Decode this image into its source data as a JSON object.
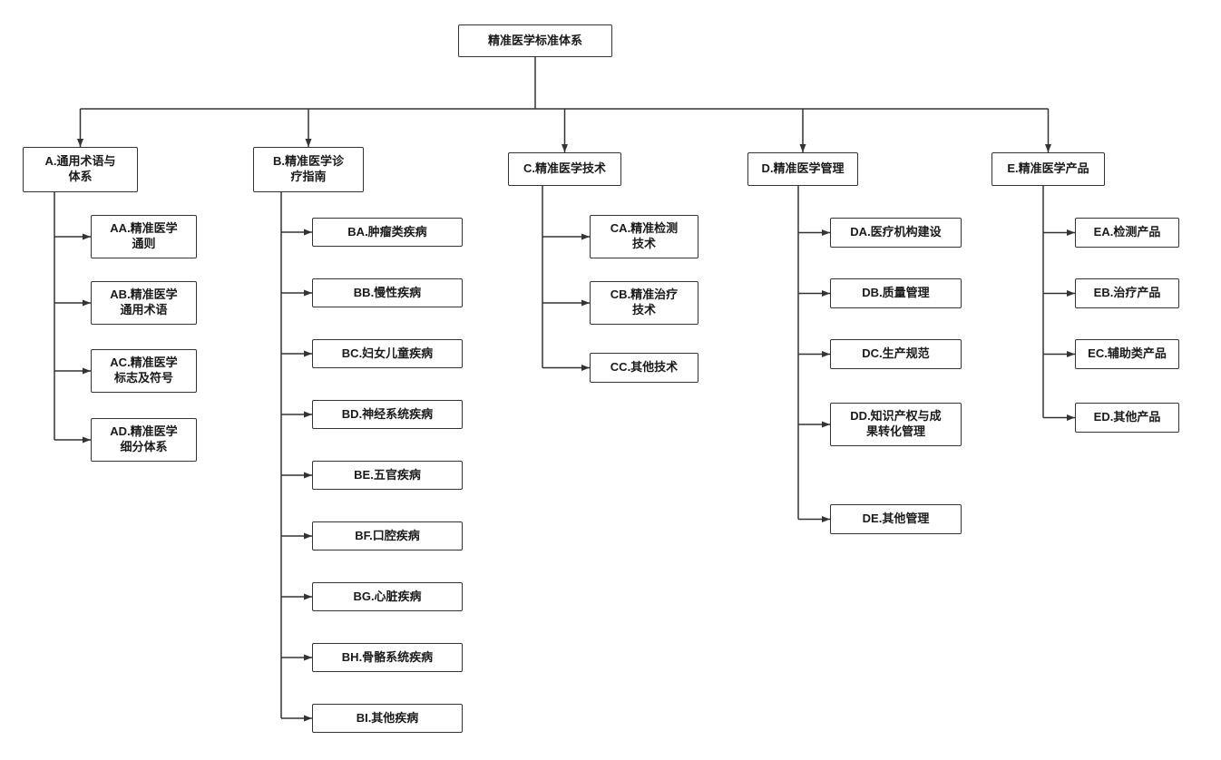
{
  "diagram": {
    "title": "精准医学标准体系",
    "colors": {
      "line": "#333333",
      "box_bg": "#ffffff",
      "text": "#1a1a1a"
    },
    "root": {
      "label": "精准医学标准体系"
    },
    "branches": [
      {
        "label": "A.通用术语与\n体系",
        "children": [
          {
            "label": "AA.精准医学\n通则"
          },
          {
            "label": "AB.精准医学\n通用术语"
          },
          {
            "label": "AC.精准医学\n标志及符号"
          },
          {
            "label": "AD.精准医学\n细分体系"
          }
        ]
      },
      {
        "label": "B.精准医学诊\n疗指南",
        "children": [
          {
            "label": "BA.肿瘤类疾病"
          },
          {
            "label": "BB.慢性疾病"
          },
          {
            "label": "BC.妇女儿童疾病"
          },
          {
            "label": "BD.神经系统疾病"
          },
          {
            "label": "BE.五官疾病"
          },
          {
            "label": "BF.口腔疾病"
          },
          {
            "label": "BG.心脏疾病"
          },
          {
            "label": "BH.骨骼系统疾病"
          },
          {
            "label": "BI.其他疾病"
          }
        ]
      },
      {
        "label": "C.精准医学技术",
        "children": [
          {
            "label": "CA.精准检测\n技术"
          },
          {
            "label": "CB.精准治疗\n技术"
          },
          {
            "label": "CC.其他技术"
          }
        ]
      },
      {
        "label": "D.精准医学管理",
        "children": [
          {
            "label": "DA.医疗机构建设"
          },
          {
            "label": "DB.质量管理"
          },
          {
            "label": "DC.生产规范"
          },
          {
            "label": "DD.知识产权与成\n果转化管理"
          },
          {
            "label": "DE.其他管理"
          }
        ]
      },
      {
        "label": "E.精准医学产品",
        "children": [
          {
            "label": "EA.检测产品"
          },
          {
            "label": "EB.治疗产品"
          },
          {
            "label": "EC.辅助类产品"
          },
          {
            "label": "ED.其他产品"
          }
        ]
      }
    ]
  }
}
